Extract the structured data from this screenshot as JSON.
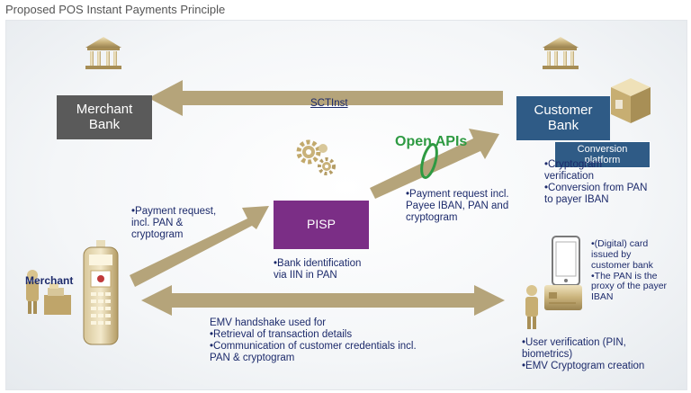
{
  "title": "Proposed POS Instant Payments Principle",
  "boxes": {
    "merchant_bank": "Merchant\nBank",
    "customer_bank": "Customer\nBank",
    "conversion": "Conversion\nplatform",
    "pisp": "PISP"
  },
  "labels": {
    "sctinst": "SCTInst",
    "open_apis": "Open APIs",
    "merchant": "Merchant"
  },
  "texts": {
    "payment_request": [
      "•Payment request,",
      "incl. PAN &",
      "cryptogram"
    ],
    "pisp_note": [
      "•Bank identification",
      "via IIN in PAN"
    ],
    "payee_request": [
      "•Payment request incl.",
      "Payee IBAN, PAN and",
      "cryptogram"
    ],
    "cryptogram": [
      "•Cryptogram",
      "verification",
      "•Conversion from PAN",
      "to payer IBAN"
    ],
    "card_note": [
      "•(Digital) card",
      "issued by",
      "customer bank",
      "•The PAN is the",
      "proxy of the payer",
      "IBAN"
    ],
    "emv": [
      "EMV handshake used for",
      "•Retrieval of transaction details",
      "•Communication of customer credentials incl.",
      "PAN & cryptogram"
    ],
    "user_verif": [
      "•User verification (PIN,",
      "biometrics)",
      "•EMV Cryptogram creation"
    ]
  },
  "colors": {
    "arrow": "#b5a47a",
    "merchant_bank": "#5a5a5a",
    "customer_bank": "#2f5b86",
    "pisp": "#7b2e86",
    "open_apis": "#2e9a42",
    "text": "#1c2a6b"
  },
  "icons": [
    "bank-building-icon",
    "gears-icon",
    "pos-terminal-icon",
    "merchant-person-icon",
    "smartphone-icon",
    "payment-card-icon",
    "customer-person-icon",
    "package-box-icon"
  ]
}
